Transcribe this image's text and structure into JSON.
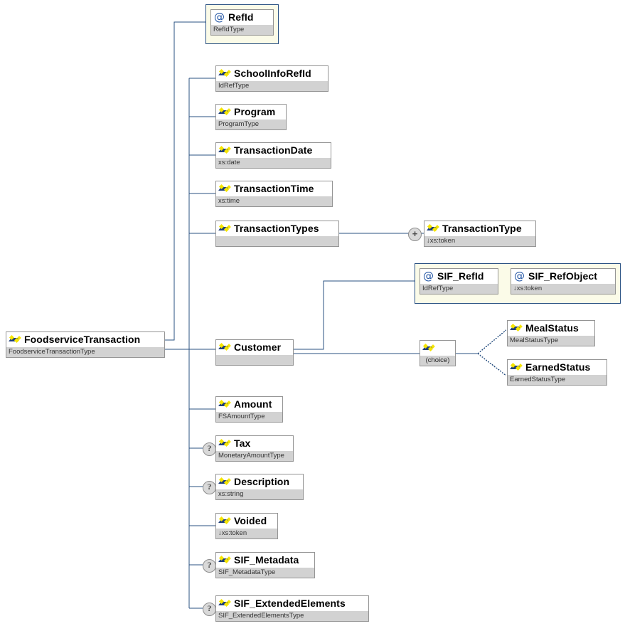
{
  "diagram": {
    "kind": "xsd-schema-diagram",
    "root": {
      "name": "FoodserviceTransaction",
      "type": "FoodserviceTransactionType",
      "icon": "element-icon"
    },
    "nodes": [
      {
        "id": "refid",
        "name": "RefId",
        "type": "RefIdType",
        "icon": "attribute-icon",
        "kind": "attribute",
        "optional": false,
        "expandable": false
      },
      {
        "id": "schoolinforefid",
        "name": "SchoolInfoRefId",
        "type": "IdRefType",
        "icon": "element-icon",
        "kind": "element",
        "optional": false,
        "expandable": false
      },
      {
        "id": "program",
        "name": "Program",
        "type": "ProgramType",
        "icon": "element-icon",
        "kind": "element",
        "optional": false,
        "expandable": false
      },
      {
        "id": "transactiondate",
        "name": "TransactionDate",
        "type": "xs:date",
        "icon": "element-icon",
        "kind": "element",
        "optional": false,
        "expandable": false
      },
      {
        "id": "transactiontime",
        "name": "TransactionTime",
        "type": "xs:time",
        "icon": "element-icon",
        "kind": "element",
        "optional": false,
        "expandable": false
      },
      {
        "id": "transactiontypes",
        "name": "TransactionTypes",
        "type": "",
        "icon": "element-icon",
        "kind": "element",
        "optional": false,
        "expandable": false
      },
      {
        "id": "transactiontype",
        "name": "TransactionType",
        "type": "↓xs:token",
        "icon": "element-icon",
        "kind": "element",
        "optional": false,
        "expandable": true
      },
      {
        "id": "sif_refid",
        "name": "SIF_RefId",
        "type": "IdRefType",
        "icon": "attribute-icon",
        "kind": "attribute",
        "optional": false,
        "expandable": false
      },
      {
        "id": "sif_refobject",
        "name": "SIF_RefObject",
        "type": "↓xs:token",
        "icon": "attribute-icon",
        "kind": "attribute",
        "optional": false,
        "expandable": false
      },
      {
        "id": "customer",
        "name": "Customer",
        "type": "",
        "icon": "element-icon",
        "kind": "element",
        "optional": false,
        "expandable": false
      },
      {
        "id": "choice",
        "name": "",
        "type": "(choice)",
        "icon": "choice-icon",
        "kind": "compositor",
        "optional": false,
        "expandable": false
      },
      {
        "id": "mealstatus",
        "name": "MealStatus",
        "type": "MealStatusType",
        "icon": "element-icon",
        "kind": "element",
        "optional": false,
        "expandable": false
      },
      {
        "id": "earnedstatus",
        "name": "EarnedStatus",
        "type": "EarnedStatusType",
        "icon": "element-icon",
        "kind": "element",
        "optional": false,
        "expandable": false
      },
      {
        "id": "amount",
        "name": "Amount",
        "type": "FSAmountType",
        "icon": "element-icon",
        "kind": "element",
        "optional": false,
        "expandable": false
      },
      {
        "id": "tax",
        "name": "Tax",
        "type": "MonetaryAmountType",
        "icon": "element-icon",
        "kind": "element",
        "optional": true,
        "expandable": false
      },
      {
        "id": "description",
        "name": "Description",
        "type": "xs:string",
        "icon": "element-icon",
        "kind": "element",
        "optional": true,
        "expandable": false
      },
      {
        "id": "voided",
        "name": "Voided",
        "type": "↓xs:token",
        "icon": "element-icon",
        "kind": "element",
        "optional": false,
        "expandable": false
      },
      {
        "id": "sif_metadata",
        "name": "SIF_Metadata",
        "type": "SIF_MetadataType",
        "icon": "element-icon",
        "kind": "element",
        "optional": true,
        "expandable": false
      },
      {
        "id": "sif_extended",
        "name": "SIF_ExtendedElements",
        "type": "SIF_ExtendedElementsType",
        "icon": "element-icon",
        "kind": "element",
        "optional": true,
        "expandable": false
      }
    ],
    "markers": {
      "optional": "?",
      "expand": "+"
    },
    "colors": {
      "box_border": "#949494",
      "type_band": "#d2d2d2",
      "group_border": "#2a5182",
      "group_fill": "#fbfbe8",
      "connector": "#2a5182",
      "icon_blue": "#1f3f7a",
      "icon_yellow": "#f5e500",
      "attribute_blue": "#2255a4",
      "marker_fill": "#d9d9d9"
    }
  }
}
